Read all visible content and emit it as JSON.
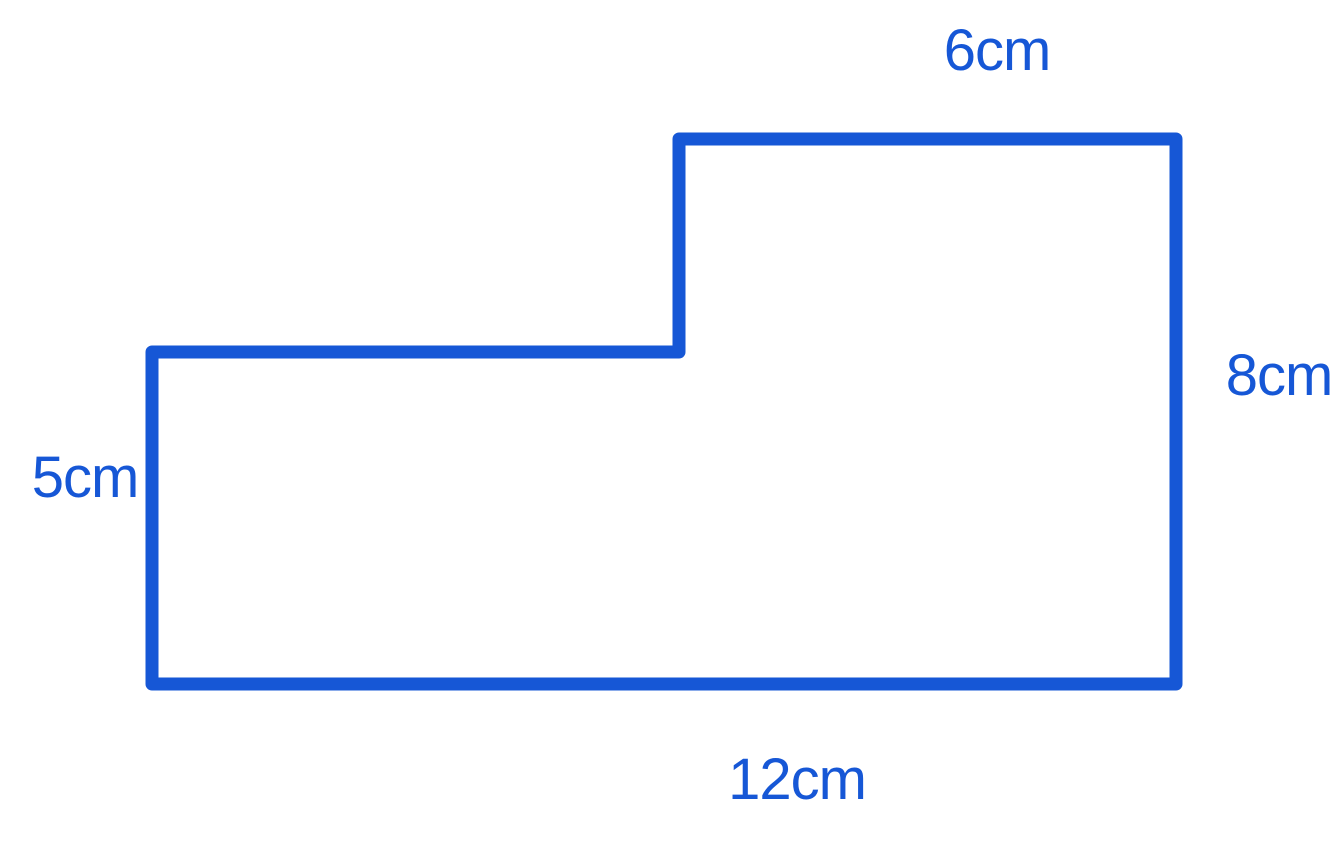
{
  "diagram": {
    "stroke_color": "#1657d6",
    "label_color": "#1657d6",
    "labels": {
      "top": "6cm",
      "right": "8cm",
      "left": "5cm",
      "bottom": "12cm"
    }
  }
}
